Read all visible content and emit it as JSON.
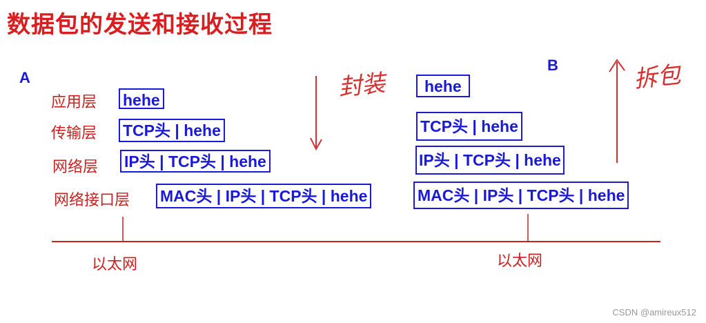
{
  "title": "数据包的发送和接收过程",
  "host_a": "A",
  "host_b": "B",
  "layers": {
    "app": "应用层",
    "transport": "传输层",
    "network": "网络层",
    "link": "网络接口层"
  },
  "packets_a": {
    "app": "hehe",
    "transport": "TCP头 | hehe",
    "network": "IP头 | TCP头 | hehe",
    "link": "MAC头 | IP头 | TCP头 | hehe"
  },
  "packets_b": {
    "app": "hehe",
    "transport": "TCP头 | hehe",
    "network": "IP头 | TCP头 | hehe",
    "link": "MAC头 | IP头 | TCP头 | hehe"
  },
  "ethernet_a": "以太网",
  "ethernet_b": "以太网",
  "encapsulate": "封装",
  "decapsulate": "拆包",
  "watermark": "CSDN @amireux512",
  "colors": {
    "red": "#cc1f1f",
    "blue": "#1a1ad6"
  }
}
